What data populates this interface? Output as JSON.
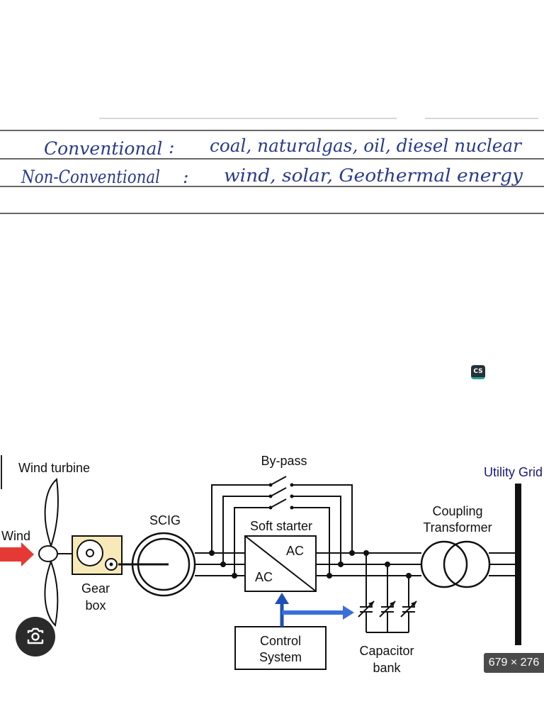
{
  "notes": {
    "row1": {
      "label": "Conventional",
      "sep": ":",
      "value": "coal, naturalgas, oil, diesel nuclear"
    },
    "row2": {
      "label": "Non-Conventional",
      "sep": ":",
      "value": "wind, solar, Geothermal energy"
    }
  },
  "badge": {
    "text": "CS"
  },
  "diagram": {
    "wind_turbine": "Wind turbine",
    "wind": "Wind",
    "gear_line1": "Gear",
    "gear_line2": "box",
    "scig": "SCIG",
    "bypass": "By-pass",
    "soft_starter": "Soft starter",
    "ac_out": "AC",
    "ac_in": "AC",
    "control_line1": "Control",
    "control_line2": "System",
    "capacitor_line1": "Capacitor",
    "capacitor_line2": "bank",
    "coupling_line1": "Coupling",
    "coupling_line2": "Transformer",
    "utility_grid": "Utility Grid"
  },
  "image_size": "679 × 276",
  "colors": {
    "ink": "#2a3a8c",
    "wind_arrow": "#e53935",
    "control_arrow": "#3a6fd8",
    "grid_label": "#1a1a7a"
  }
}
